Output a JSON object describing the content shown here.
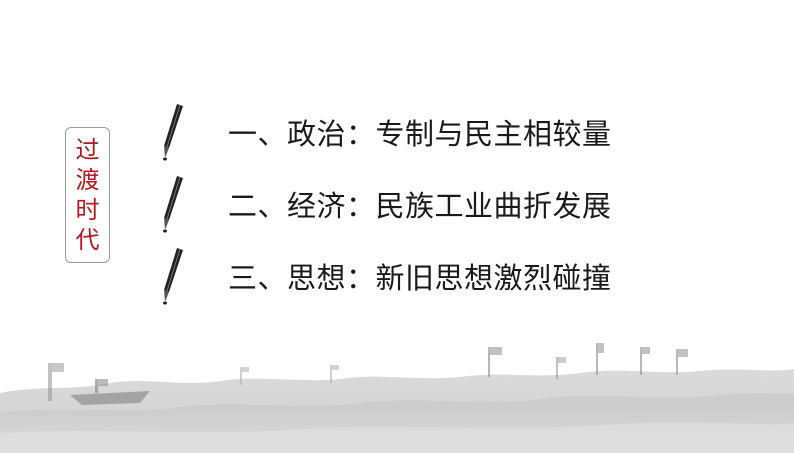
{
  "side_label": [
    "过",
    "渡",
    "时",
    "代"
  ],
  "items": [
    {
      "text": "一、政治：专制与民主相较量"
    },
    {
      "text": "二、经济：民族工业曲折发展"
    },
    {
      "text": "三、思想：新旧思想激烈碰撞"
    }
  ],
  "colors": {
    "accent": "#b5191f",
    "text": "#1a1a1a",
    "border": "#9a9a9a"
  },
  "icons": {
    "bullet": "ink-brush-pen-icon",
    "background": "crowd-silhouette-ink-wash"
  }
}
